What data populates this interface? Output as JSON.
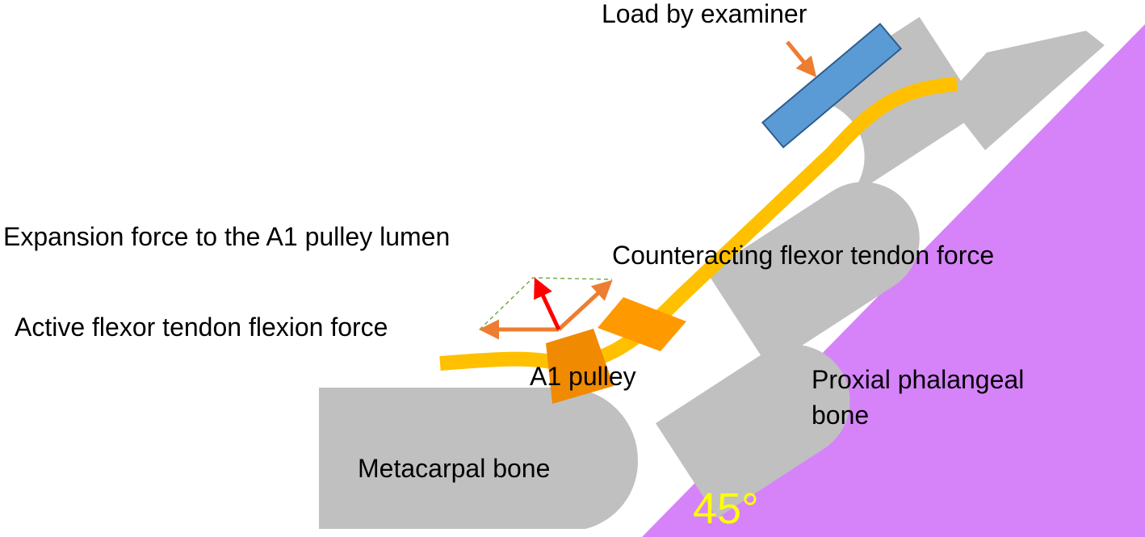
{
  "labels": {
    "load": "Load by examiner",
    "expansion": "Expansion force  to the A1 pulley lumen",
    "counteracting": "Counteracting flexor tendon force",
    "active": "Active flexor tendon flexion force",
    "a1": "A1 pulley",
    "proximal_line1": "Proxial phalangeal",
    "proximal_line2": "bone",
    "metacarpal": "Metacarpal bone",
    "angle": "45°"
  },
  "colors": {
    "bone": "#c0c0c0",
    "tendon": "#ffc000",
    "pulley": "#ff9900",
    "pulley_dark": "#f08a00",
    "wedge": "#d683fa",
    "load_plate": "#5b9bd5",
    "load_plate_border": "#2e5d8e",
    "arrow_orange": "#ed7d31",
    "arrow_red": "#ff0000",
    "dashed_green": "#70ad47",
    "angle_text": "#ffff00"
  },
  "icons": {
    "load_arrow": "arrow-down-right-icon",
    "expansion_arrow": "arrow-up-icon",
    "counter_arrow": "arrow-up-right-icon",
    "active_arrow": "arrow-left-icon"
  }
}
